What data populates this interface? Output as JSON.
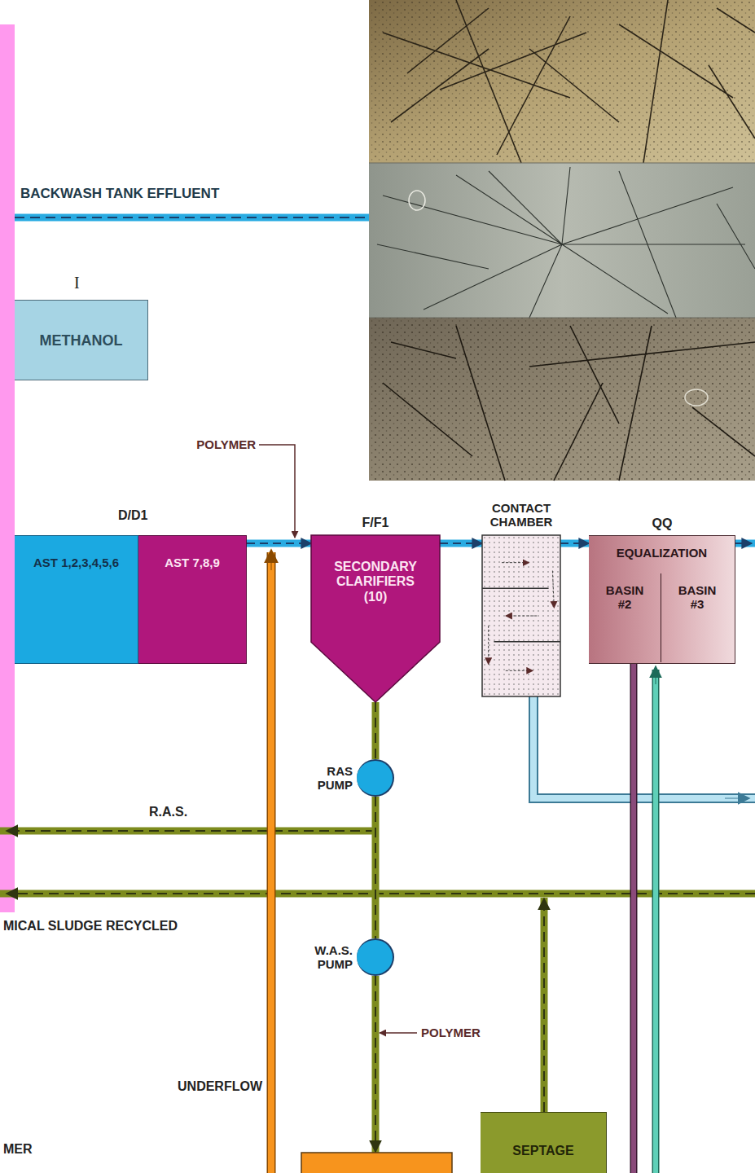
{
  "diagram": {
    "nodes": [
      {
        "text": [
          "METHANOL"
        ]
      },
      {
        "text": [
          "AST 1,2,3,4,5,6"
        ]
      },
      {
        "text": [
          "AST 7,8,9"
        ]
      },
      {
        "text": [
          "F/F1",
          "SECONDARY CLARIFIERS (10)"
        ]
      },
      {
        "text": [
          "CONTACT CHAMBER"
        ]
      },
      {
        "text": [
          "QQ",
          "EQUALIZATION"
        ]
      },
      {
        "text": [
          "BASIN #2"
        ],
        "in": 5
      },
      {
        "text": [
          "BASIN #3"
        ],
        "in": 5
      },
      {
        "text": [
          "RAS PUMP"
        ]
      },
      {
        "text": [
          "W.A.S. PUMP"
        ]
      },
      {
        "text": [
          "SEPTAGE"
        ]
      }
    ],
    "edges": [
      {
        "from": 2,
        "to": 3,
        "arrow": "to"
      },
      {
        "from": 3,
        "to": 4,
        "arrow": "to"
      },
      {
        "from": 4,
        "to": 5,
        "arrow": "to"
      },
      {
        "from": 3,
        "to": 8,
        "arrow": "none"
      },
      {
        "from": 8,
        "to": 9,
        "arrow": "none"
      }
    ],
    "labels": [
      "BACKWASH TANK EFFLUENT",
      "I",
      "POLYMER",
      "D/D1",
      "R.A.S.",
      "MICAL SLUDGE RECYCLED",
      "POLYMER",
      "UNDERFLOW",
      "MER"
    ]
  }
}
